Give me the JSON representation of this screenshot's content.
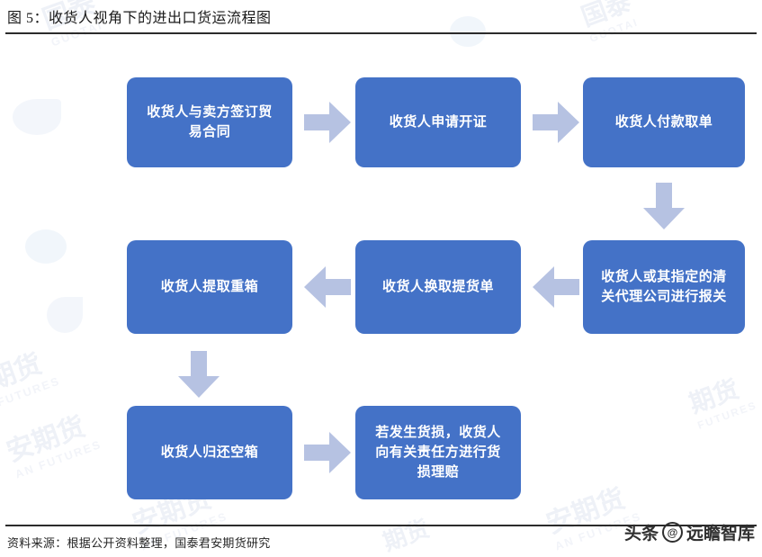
{
  "figure": {
    "title": "图 5：收货人视角下的进出口货运流程图",
    "source_note": "资料来源：根据公开资料整理，国泰君安期货研究"
  },
  "brand": {
    "left_label": "头条",
    "at_symbol": "@",
    "right_label": "远瞻智库"
  },
  "colors": {
    "node_fill": "#4472c7",
    "node_text": "#ffffff",
    "arrow_fill": "#b6c2e2",
    "rule": "#2b2b2b",
    "page_background": "#ffffff",
    "watermark": "#eef1f7"
  },
  "flow": {
    "nodes": [
      {
        "id": "node-1",
        "label": "收货人与卖方签订贸\n易合同"
      },
      {
        "id": "node-2",
        "label": "收货人申请开证"
      },
      {
        "id": "node-3",
        "label": "收货人付款取单"
      },
      {
        "id": "node-4",
        "label": "收货人或其指定的清\n关代理公司进行报关"
      },
      {
        "id": "node-5",
        "label": "收货人换取提货单"
      },
      {
        "id": "node-6",
        "label": "收货人提取重箱"
      },
      {
        "id": "node-7",
        "label": "收货人归还空箱"
      },
      {
        "id": "node-8",
        "label": "若发生货损，收货人\n向有关责任方进行货\n损理赔"
      }
    ],
    "connectors": [
      {
        "id": "arrow-1-2",
        "direction": "right",
        "from": "node-1",
        "to": "node-2"
      },
      {
        "id": "arrow-2-3",
        "direction": "right",
        "from": "node-2",
        "to": "node-3"
      },
      {
        "id": "arrow-3-4",
        "direction": "down",
        "from": "node-3",
        "to": "node-4"
      },
      {
        "id": "arrow-4-5",
        "direction": "left",
        "from": "node-4",
        "to": "node-5"
      },
      {
        "id": "arrow-5-6",
        "direction": "left",
        "from": "node-5",
        "to": "node-6"
      },
      {
        "id": "arrow-6-7",
        "direction": "down",
        "from": "node-6",
        "to": "node-7"
      },
      {
        "id": "arrow-7-8",
        "direction": "right",
        "from": "node-7",
        "to": "node-8"
      }
    ]
  },
  "watermarks": {
    "primary": "国泰",
    "primary_sub": "GUOTAI",
    "secondary": "安期货",
    "secondary_sub": "AN FUTURES",
    "tertiary": "期货",
    "tertiary_sub": "FUTURES"
  }
}
